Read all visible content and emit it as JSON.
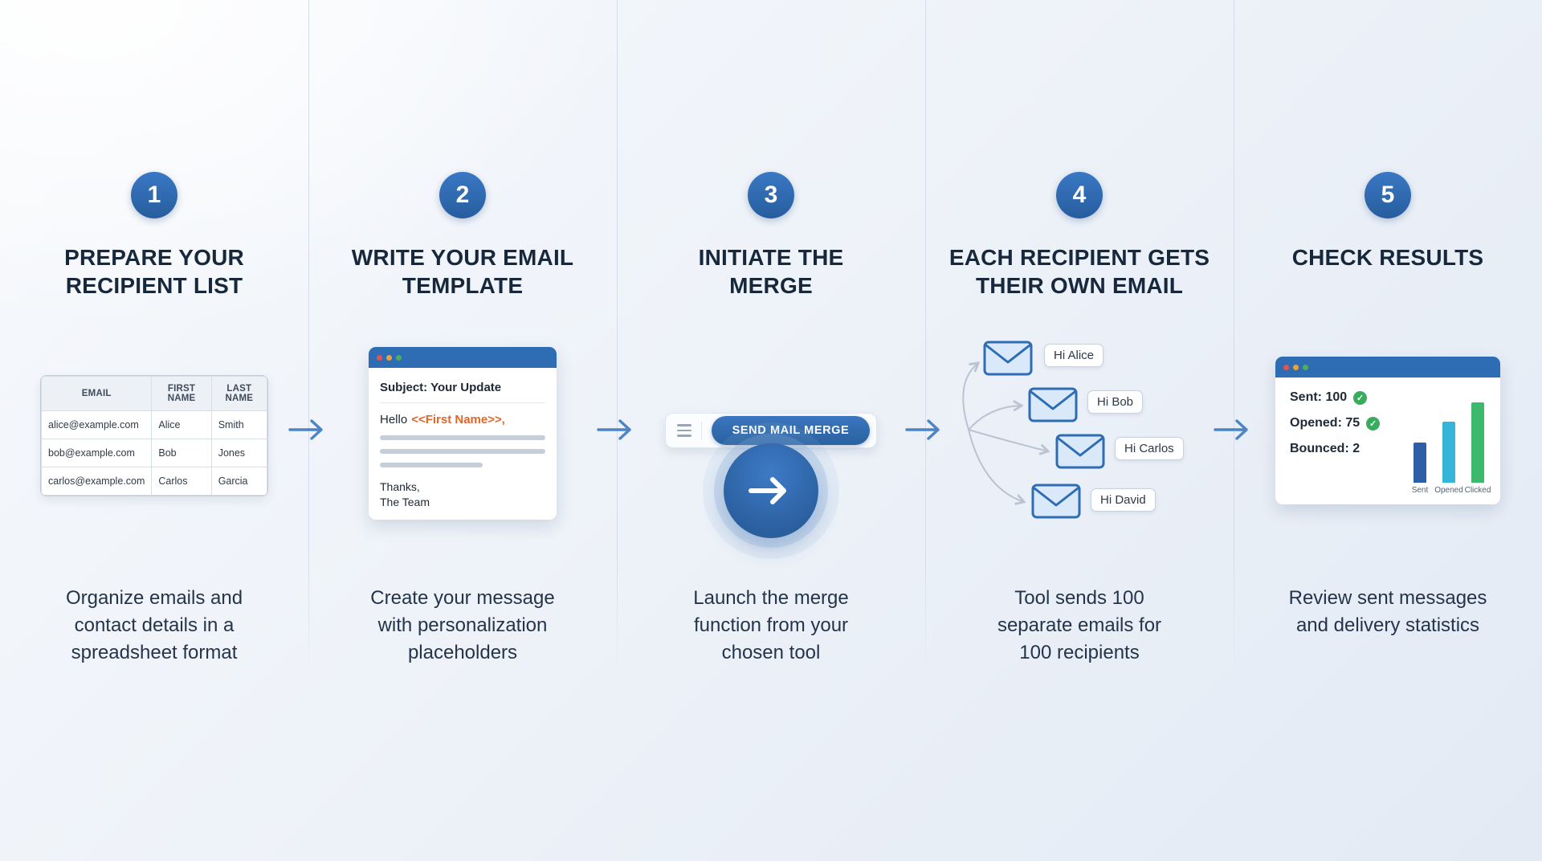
{
  "colors": {
    "accent_blue": "#2e6cb4",
    "token_orange": "#e2662a",
    "check_green": "#35ad5c",
    "bar_colors": [
      "#2e5ea6",
      "#35b5d8",
      "#3cb96a"
    ]
  },
  "icons": {
    "check": "✓"
  },
  "steps": [
    {
      "number": "1",
      "title": "PREPARE YOUR RECIPIENT LIST",
      "caption": "Organize emails and contact details in a spreadsheet format",
      "table": {
        "headers": [
          "EMAIL",
          "FIRST NAME",
          "LAST NAME"
        ],
        "rows": [
          [
            "alice@example.com",
            "Alice",
            "Smith"
          ],
          [
            "bob@example.com",
            "Bob",
            "Jones"
          ],
          [
            "carlos@example.com",
            "Carlos",
            "Garcia"
          ]
        ]
      }
    },
    {
      "number": "2",
      "title": "WRITE YOUR EMAIL TEMPLATE",
      "caption": "Create your message with personalization placeholders",
      "email_window": {
        "subject": "Subject: Your Update",
        "greeting": "Hello",
        "placeholder_token": "<<First Name>>,",
        "signoff": "Thanks,",
        "signature": "The Team"
      }
    },
    {
      "number": "3",
      "title": "INITIATE THE MERGE",
      "caption": "Launch the merge function from your chosen tool",
      "merge_button_label": "SEND MAIL MERGE"
    },
    {
      "number": "4",
      "title": "EACH RECIPIENT GETS THEIR OWN EMAIL",
      "caption": "Tool sends 100 separate emails for 100 recipients",
      "recipient_labels": [
        "Hi Alice",
        "Hi Bob",
        "Hi Carlos",
        "Hi David"
      ]
    },
    {
      "number": "5",
      "title": "CHECK RESULTS",
      "caption": "Review sent messages and delivery statistics",
      "results_window": {
        "stats": [
          {
            "label": "Sent: 100",
            "checked": true
          },
          {
            "label": "Opened: 75",
            "checked": true
          },
          {
            "label": "Bounced: 2",
            "checked": false
          }
        ],
        "chart": {
          "type": "bar",
          "categories": [
            "Sent",
            "Opened",
            "Clicked"
          ],
          "relative_heights": [
            50,
            76,
            100
          ]
        }
      }
    }
  ]
}
